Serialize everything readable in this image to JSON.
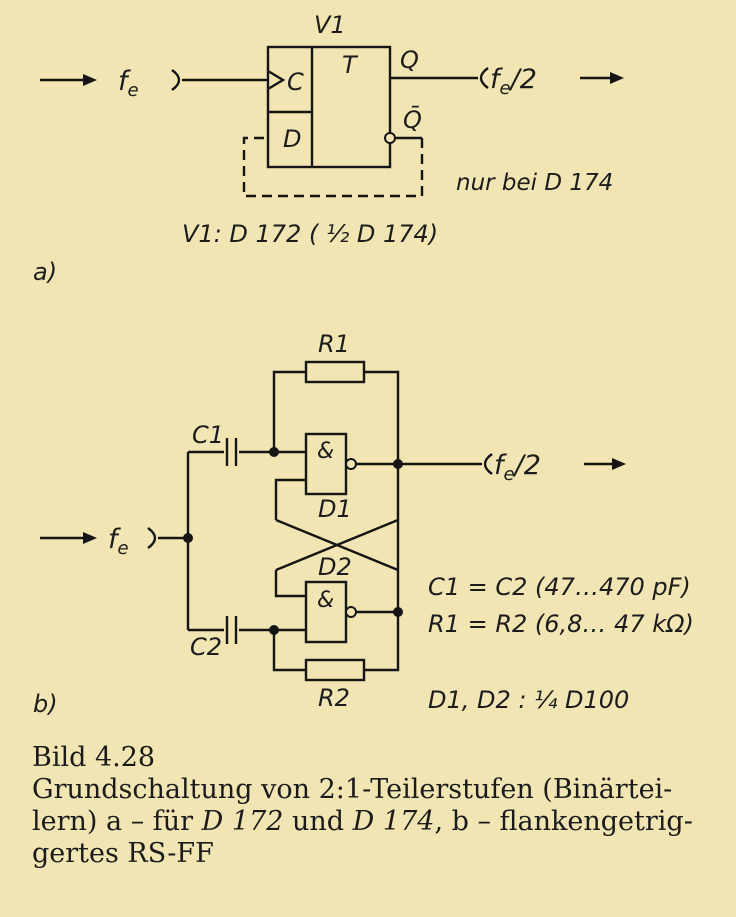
{
  "part_a": {
    "v1_label": "V1",
    "input_label": "fe",
    "input_sub": "e",
    "pin_c": "C",
    "pin_d": "D",
    "pin_t": "T",
    "pin_q": "Q",
    "pin_qbar": "Q̄",
    "output_label": "fe/2",
    "note": "nur bei D 174",
    "type_label": "V1: D 172 ( ½ D 174)",
    "panel_label": "a)"
  },
  "part_b": {
    "input_label": "fe",
    "output_label": "fe/2",
    "r1": "R1",
    "r2": "R2",
    "c1": "C1",
    "c2": "C2",
    "d1": "D1",
    "d2": "D2",
    "gate_symbol": "&",
    "eq_c": "C1 = C2 (47…470 pF)",
    "eq_r": "R1 = R2 (6,8… 47 kΩ)",
    "eq_d": "D1, D2 : ¼ D100",
    "panel_label": "b)"
  },
  "caption": {
    "title": "Bild 4.28",
    "line1": "Grundschaltung von 2:1-Teilerstufen (Binärtei-",
    "line2_pre": "lern) a – für ",
    "line2_d172": "D 172",
    "line2_mid": " und ",
    "line2_d174": "D 174",
    "line2_post": ", b – flankengetrig-",
    "line3": "gertes RS-FF"
  }
}
